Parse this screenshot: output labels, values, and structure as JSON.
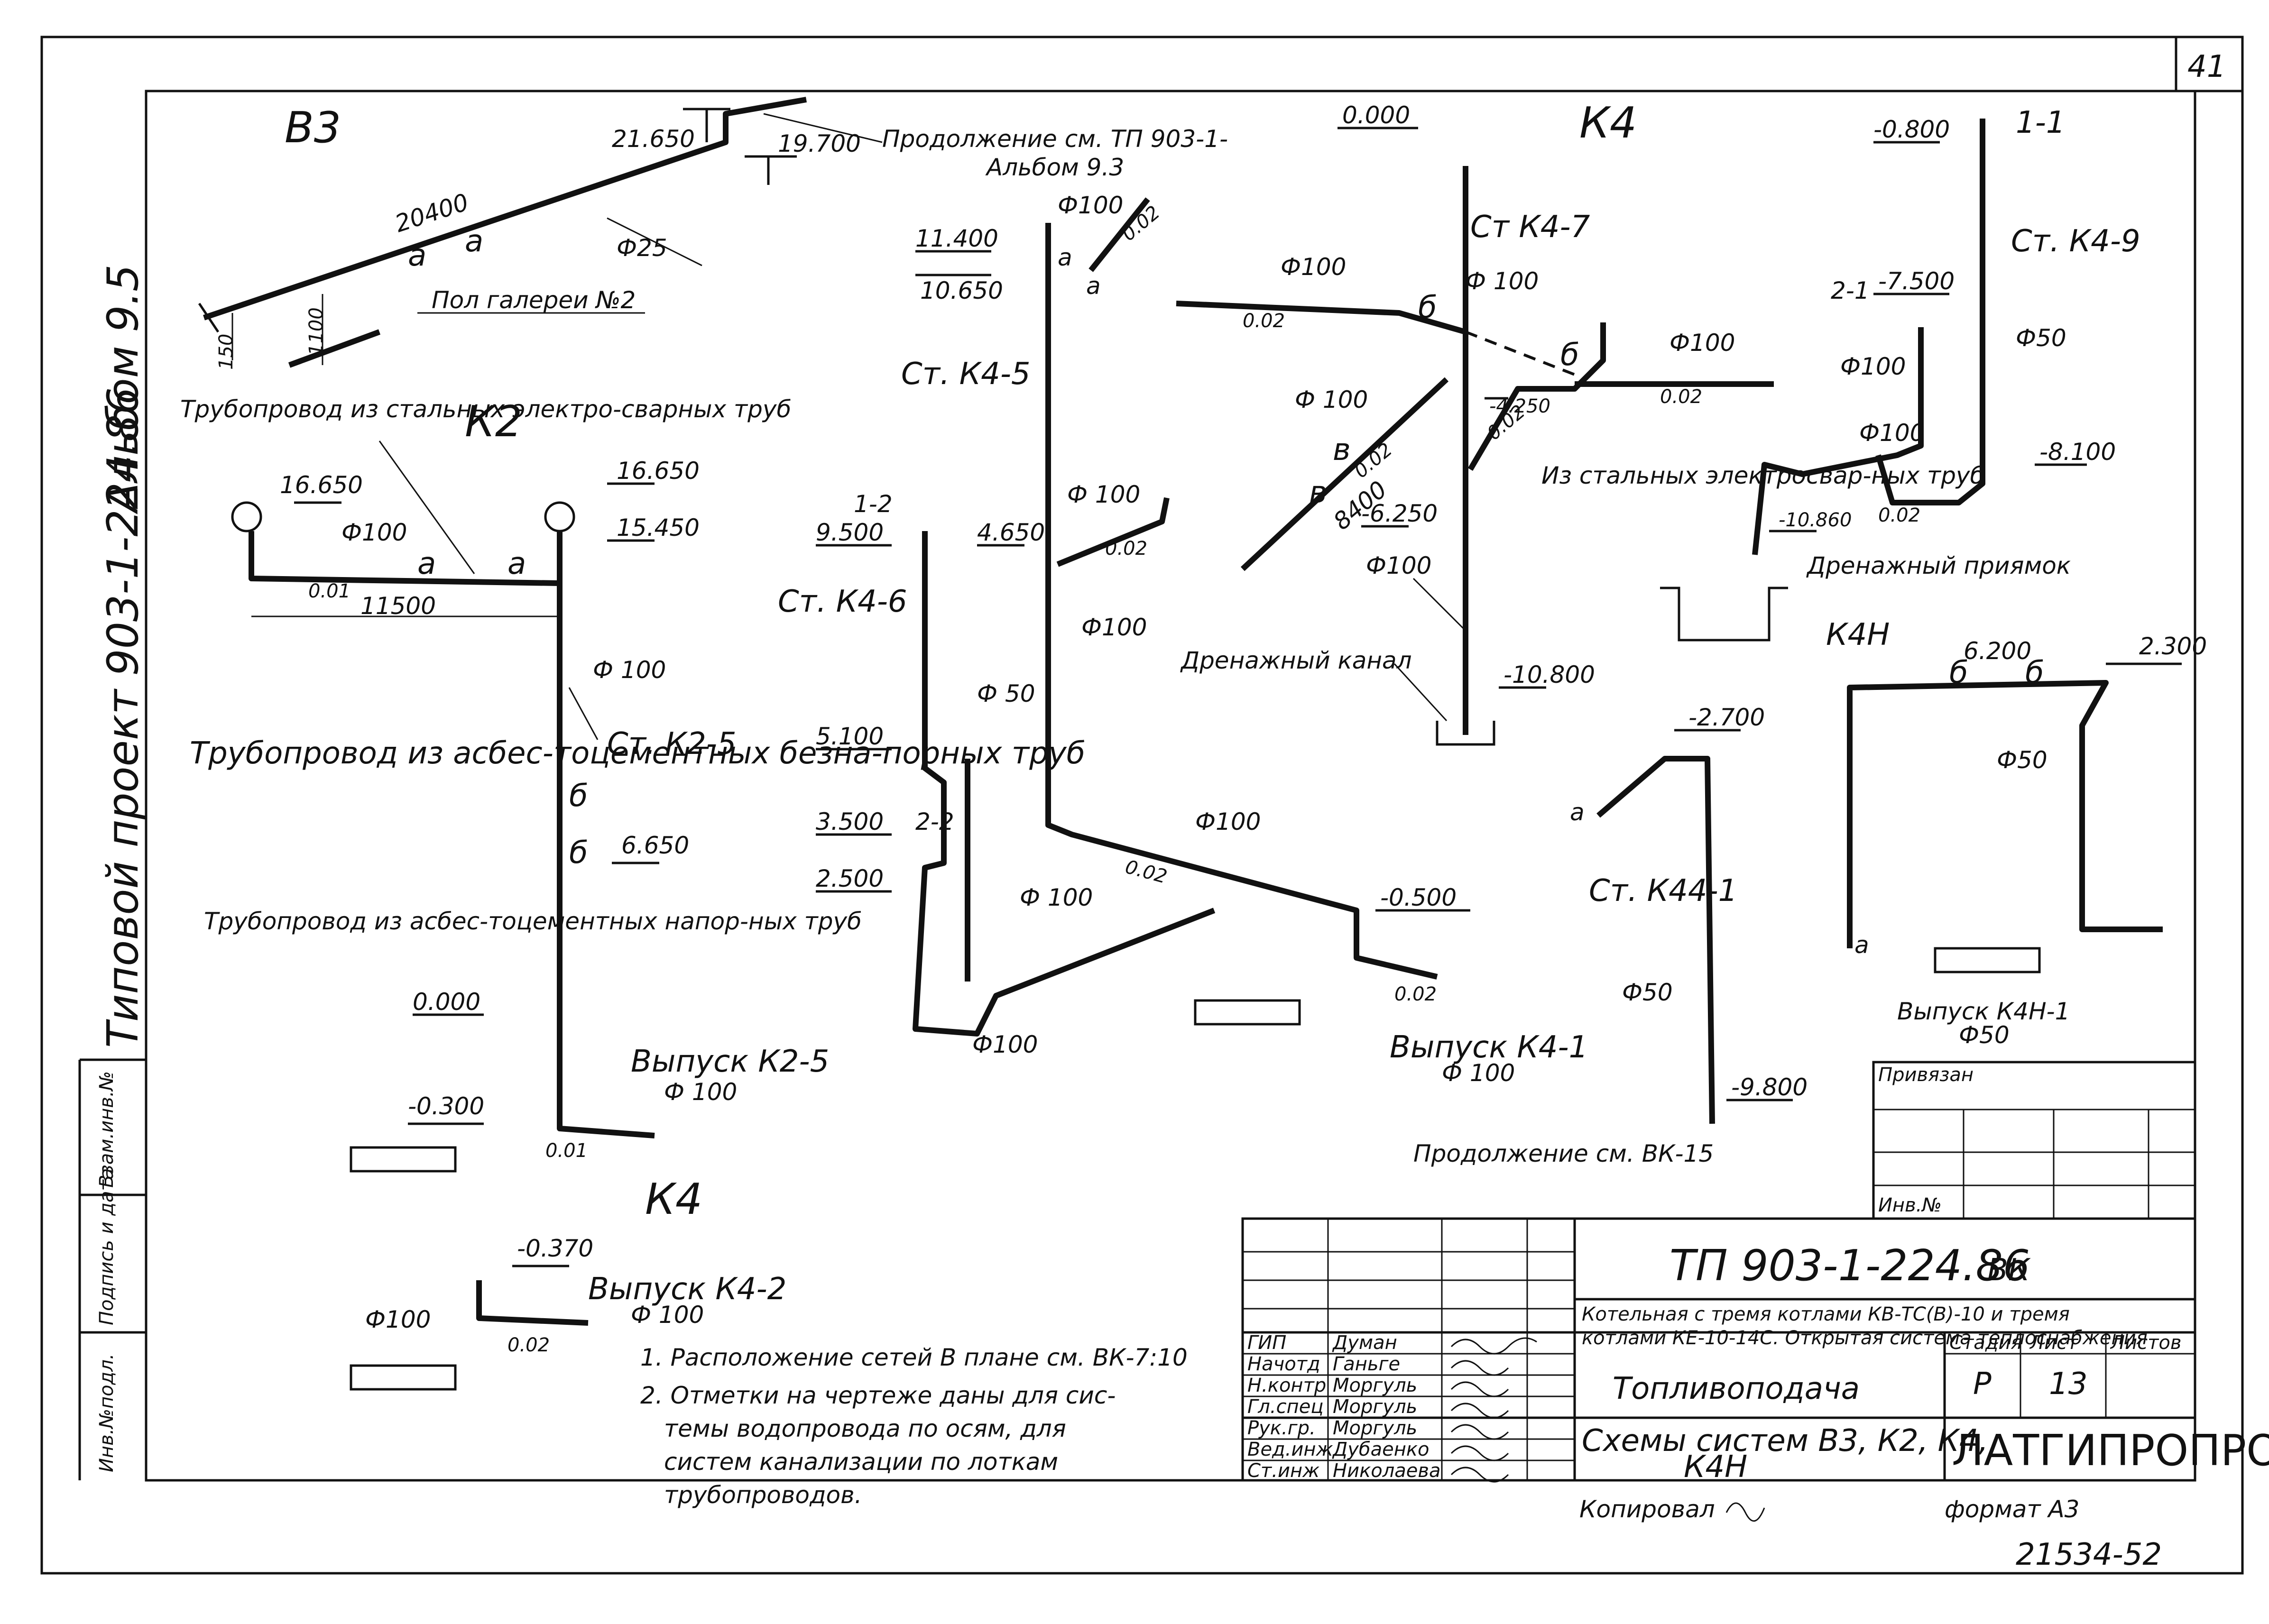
{
  "sheet": {
    "number": "41",
    "side_title": "Типовой проект 903-1-224.86",
    "side_album": "Альбом 9.5",
    "side_stamps": [
      "Инв.№подл.",
      "Подпись и дата",
      "Взам.инв.№"
    ],
    "copied": "Копировал",
    "format": "формат А3",
    "code": "21534-52"
  },
  "v3": {
    "title": "В3",
    "mark1": "21.650",
    "mark2": "19.700",
    "length": "20400",
    "diam": "Ф25",
    "node_a1": "а",
    "node_a2": "а",
    "h1": "150",
    "h2": "1100",
    "gallery": "Пол галереи №2",
    "continuation": "Продолжение см. ТП 903-1-",
    "album": "Альбом 9.3"
  },
  "k2": {
    "title": "К2",
    "pipe_steel": "Трубопровод из стальных электро-сварных труб",
    "mark1": "16.650",
    "mark2": "16.650",
    "mark3": "15.450",
    "diam": "Ф100",
    "slope": "0.01",
    "length": "11500",
    "node_a1": "а",
    "node_a2": "а",
    "diam2": "Ф 100",
    "riser": "Ст. К2-5",
    "pipe_nonpress": "Трубопровод из асбес-тоцементных безна-порных труб",
    "node_b1": "б",
    "node_b2": "б",
    "mark4": "6.650",
    "pipe_press": "Трубопровод из асбес-тоцементных напор-ных труб",
    "mark5": "0.000",
    "mark6": "-0.300",
    "outlet": "Выпуск К2-5",
    "outlet_diam": "Ф 100",
    "slope2": "0.01"
  },
  "k4_small": {
    "title": "К4",
    "mark": "-0.370",
    "diam": "Ф100",
    "outlet": "Выпуск К4-2",
    "outlet_diam": "Ф 100",
    "slope": "0.02"
  },
  "k4": {
    "title": "К4",
    "mark_top": "0.000",
    "riser7": "Ст К4-7",
    "d100_a": "Ф100",
    "d100_b": "Ф 100",
    "d100_c": "Ф100",
    "d100_d": "Ф 100",
    "d100_e": "Ф100",
    "d100_f": "Ф100",
    "d100_g": "Ф 100",
    "d100_h": "Ф100",
    "d100_i": "Ф100",
    "d100_j": "Ф 100",
    "d50_a": "Ф 50",
    "slope_a": "0.02",
    "slope_b": "0.02",
    "slope_c": "0.02",
    "slope_d": "0.02",
    "slope_e": "0.02",
    "slope_f": "0.02",
    "slope_g": "0.02",
    "slope_h": "0.02",
    "mark_11400": "11.400",
    "mark_10650": "10.650",
    "node_a": "а",
    "node_a2": "а",
    "riser5": "Ст. К4-5",
    "sec12": "1-2",
    "mark_9500": "9.500",
    "mark_4650": "4.650",
    "riser6": "Ст. К4-6",
    "mark_5100": "5.100",
    "mark_3500": "3.500",
    "sec22": "2-2",
    "mark_2500": "2.500",
    "node_b": "б",
    "node_b2": "б",
    "node_v": "в",
    "node_v2": "в",
    "len_8400": "8400",
    "mark_4250": "-4.250",
    "mark_6250": "-6.250",
    "mark_m0500": "-0.500",
    "drain_channel": "Дренажный канал",
    "mark_10800": "-10.800",
    "outlet": "Выпуск К4-1",
    "outlet_diam": "Ф 100"
  },
  "k4_11": {
    "sec": "1-1",
    "mark_0800": "-0.800",
    "riser": "Ст. К4-9",
    "sec21": "2-1",
    "mark_7500": "-7.500",
    "d100": "Ф100",
    "d100b": "Ф100",
    "d50": "Ф50",
    "mark_8100": "-8.100",
    "steel": "Из стальных электросвар-ных труб",
    "slope": "0.02",
    "mark_10860": "-10.860",
    "pit": "Дренажный приямок"
  },
  "k4h": {
    "title": "К4Н",
    "length": "6.200",
    "mark": "2.300",
    "node_b1": "б",
    "node_b2": "б",
    "d50": "Ф50",
    "node_a": "а",
    "outlet": "Выпуск К4Н-1",
    "outlet_diam": "Ф50"
  },
  "k44": {
    "mark_2700": "-2.700",
    "node_a": "а",
    "riser": "Ст. К44-1",
    "d50": "Ф50",
    "mark_9800": "-9.800",
    "continuation": "Продолжение см. ВК-15"
  },
  "notes": [
    "1. Расположение сетей В плане см. ВК-7:10",
    "2. Отметки на чертеже даны для сис-",
    "темы водопровода по осям, для",
    "систем канализации по лоткам",
    "трубопроводов."
  ],
  "binding": {
    "label": "Привязан",
    "inv": "Инв.№"
  },
  "titleblock": {
    "project": "ТП 903-1-224.86",
    "section": "ВК",
    "desc1": "Котельная с тремя котлами КВ-ТС(В)-10 и тремя",
    "desc2": "котлами КЕ-10-14С. Открытая система теплоснабжения",
    "part": "Топливоподача",
    "drawing1": "Схемы систем В3, К2, К4,",
    "drawing2": "К4Н",
    "org": "ЛАТГИПРОПРОМ",
    "stage_label": "Стадия",
    "sheet_label": "Лист",
    "sheets_label": "Листов",
    "stage": "Р",
    "sheet": "13",
    "roles": [
      "ГИП",
      "Начотд",
      "Н.контр",
      "Гл.спец",
      "Рук.гр.",
      "Вед.инж",
      "Ст.инж"
    ],
    "names": [
      "Думан",
      "Ганьге",
      "Моргуль",
      "Моргуль",
      "Моргуль",
      "Дубаенко",
      "Николаева"
    ]
  }
}
